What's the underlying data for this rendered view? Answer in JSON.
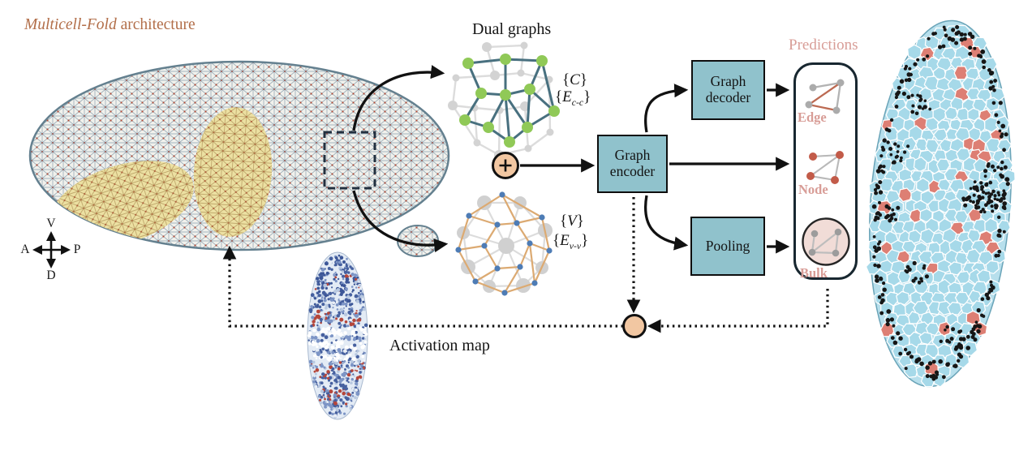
{
  "title": {
    "name": "Multicell-Fold",
    "suffix": " architecture"
  },
  "dual_graphs_label": "Dual graphs",
  "plus_icon": "+",
  "graph_labels": {
    "cells": {
      "open": "{",
      "letter": "C",
      "close": "}"
    },
    "cell_edges": {
      "open": "{",
      "letter": "E",
      "sub": "c-c",
      "close": "}"
    },
    "vertices": {
      "open": "{",
      "letter": "V",
      "close": "}"
    },
    "vertex_edges": {
      "open": "{",
      "letter": "E",
      "sub": "v-v",
      "close": "}"
    }
  },
  "boxes": {
    "encoder": {
      "line1": "Graph",
      "line2": "encoder"
    },
    "decoder": {
      "line1": "Graph",
      "line2": "decoder"
    },
    "pooling": {
      "label": "Pooling"
    }
  },
  "predictions": {
    "title": "Predictions",
    "items": [
      {
        "label": "Edge"
      },
      {
        "label": "Node"
      },
      {
        "label": "Bulk"
      }
    ]
  },
  "activation_map_label": "Activation map",
  "compass": {
    "up": "V",
    "down": "D",
    "left": "A",
    "right": "P"
  },
  "colors": {
    "accent_title": "#b26e49",
    "box_fill": "#90c2cc",
    "predictions_pink": "#d89d97",
    "green_node": "#90c957",
    "teal_edge": "#48707f",
    "orange_edge": "#dcaa72",
    "blue_node": "#4e7cb5",
    "salmon_cell": "#dd7f74",
    "cell_blue": "#a6d9e9",
    "peach": "#f2c7a2"
  }
}
